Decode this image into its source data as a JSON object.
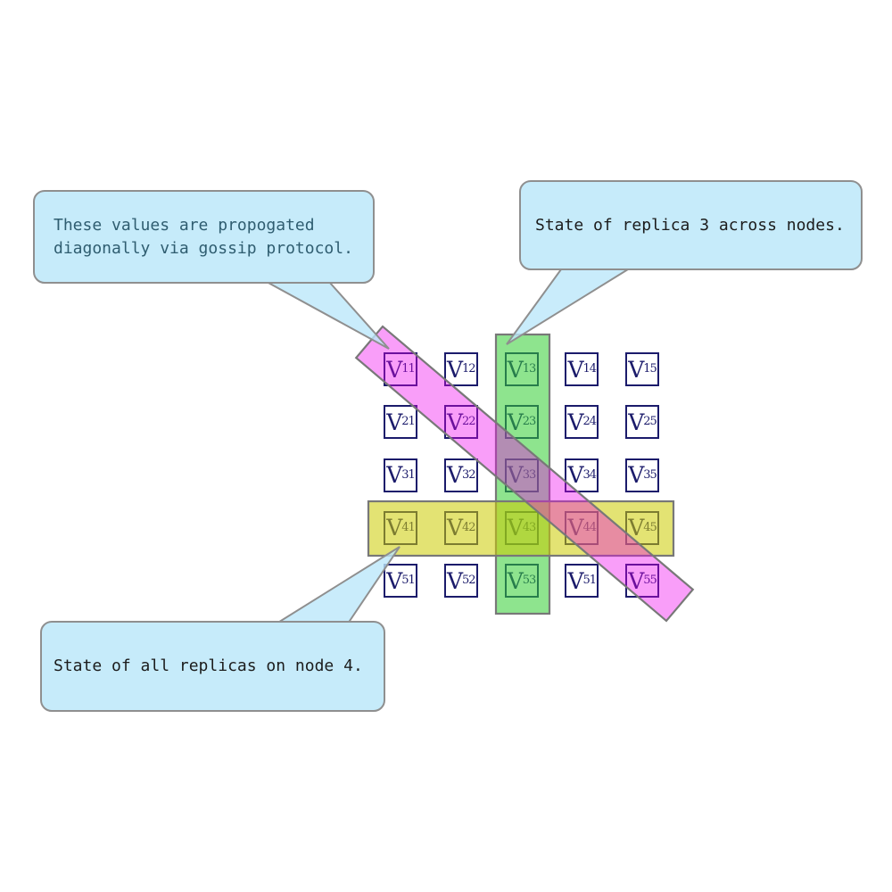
{
  "canvas": {
    "background": "#ffffff"
  },
  "callouts": {
    "gossip": {
      "lines": [
        "These values are propogated",
        "diagonally via gossip protocol."
      ]
    },
    "replica": {
      "text": "State of replica 3 across nodes."
    },
    "node": {
      "text": "State of all replicas on node 4."
    }
  },
  "matrix": {
    "symbol": "V",
    "subscripts": [
      [
        "11",
        "12",
        "13",
        "14",
        "15"
      ],
      [
        "21",
        "22",
        "23",
        "24",
        "25"
      ],
      [
        "31",
        "32",
        "33",
        "34",
        "35"
      ],
      [
        "41",
        "42",
        "43",
        "44",
        "45"
      ],
      [
        "51",
        "52",
        "53",
        "51",
        "55"
      ]
    ]
  },
  "highlights": {
    "column": {
      "meaning": "state of replica 3 across nodes",
      "fill": "rgba(50,205,50,0.55)",
      "stroke": "#787878"
    },
    "row": {
      "meaning": "state of all replicas on node 4",
      "fill": "rgba(204,204,0,0.55)",
      "stroke": "#787878"
    },
    "diagonal": {
      "meaning": "values propagated diagonally via gossip protocol",
      "fill": "rgba(238,0,238,0.38)",
      "stroke": "#787878"
    },
    "tail_fill": "rgba(187,231,250,0.8)"
  },
  "colors": {
    "canvas-bg": "#ffffff",
    "cell-border": "#1b1b6b",
    "cell-text": "#1b1b6b",
    "callout-fill": "#c6ebfa",
    "callout-border": "#8f8f8f",
    "callout-teal-text": "#2f5d70",
    "callout-dark-text": "#1c1c1c"
  }
}
